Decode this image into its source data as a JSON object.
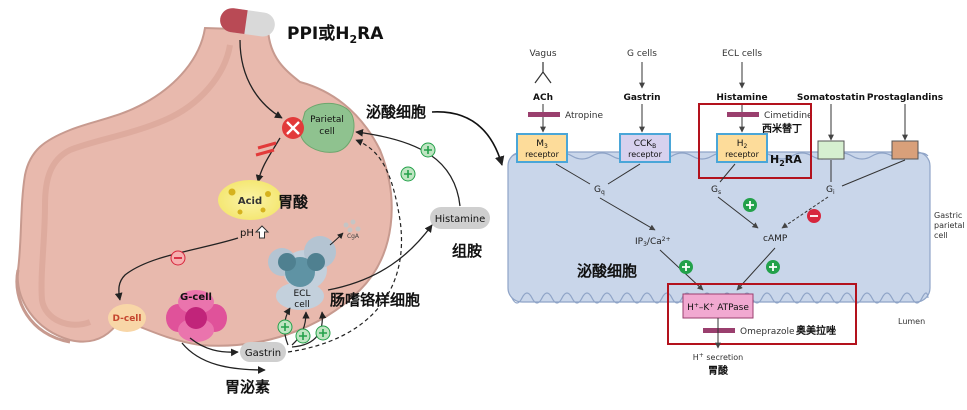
{
  "left": {
    "drug_title": "PPI或H2RA",
    "drug_title_main": "PPI或H",
    "drug_title_sub": "2",
    "drug_title_tail": "RA",
    "parietal_cell_line1": "Parietal",
    "parietal_cell_line2": "cell",
    "parietal_cn": "泌酸细胞",
    "acid_label": "Acid",
    "acid_cn": "胃酸",
    "ph_label": "pH",
    "histamine_label": "Histamine",
    "histamine_cn": "组胺",
    "cga_label": "CgA",
    "ecl_line1": "ECL",
    "ecl_line2": "cell",
    "ecl_cn": "肠嗜铬样细胞",
    "dcell_label": "D-cell",
    "gcell_label": "G-cell",
    "gastrin_label": "Gastrin",
    "gastrin_cn": "胃泌素"
  },
  "right": {
    "sources": {
      "vagus": "Vagus",
      "gcells": "G cells",
      "eclcells": "ECL cells",
      "ach": "ACh",
      "gastrin": "Gastrin",
      "histamine": "Histamine",
      "somatostatin": "Somatostatin",
      "prostaglandins": "Prostaglandins"
    },
    "inhibitors": {
      "atropine": "Atropine",
      "cimetidine": "Cimetidine",
      "cimetidine_cn": "西米替丁",
      "omeprazole": "Omeprazole",
      "omeprazole_cn": "奥美拉唑"
    },
    "receptors": {
      "m3_main": "M",
      "m3_sub": "3",
      "m3_line2": "receptor",
      "cck_main": "CCK",
      "cck_sub": "B",
      "cck_line2": "receptor",
      "h2_main": "H",
      "h2_sub": "2",
      "h2_line2": "receptor"
    },
    "h2ra_main": "H",
    "h2ra_sub": "2",
    "h2ra_tail": "RA",
    "signals": {
      "gq_main": "G",
      "gq_sub": "q",
      "gs_main": "G",
      "gs_sub": "s",
      "gi_main": "G",
      "gi_sub": "i",
      "ip3_a": "IP",
      "ip3_b": "3",
      "ip3_c": "/Ca",
      "ip3_d": "2+",
      "camp": "cAMP"
    },
    "pump_a": "H",
    "pump_b": "+",
    "pump_c": "–K",
    "pump_d": "+",
    "pump_e": " ATPase",
    "cell_cn": "泌酸细胞",
    "gastric_line1": "Gastric",
    "gastric_line2": "parietal",
    "gastric_line3": "cell",
    "lumen": "Lumen",
    "hsec_a": "H",
    "hsec_b": "+",
    "hsec_c": " secretion",
    "acid_cn": "胃酸"
  },
  "colors": {
    "stomach": "#e8b9ad",
    "stomach_outline": "#c79a8f",
    "cell_blue": "#c9d6ea",
    "receptor_yellow": "#fddc9a",
    "receptor_lilac": "#d7d1ee",
    "receptor_border": "#4aa6d8",
    "highlight_red": "#b3121d",
    "inhibitor_bar": "#9a3f6e",
    "plus_green": "#23a14a",
    "minus_red": "#d7263d",
    "parietal_green": "#8fc28f",
    "gcell_pink": "#e0529a",
    "ecl_teal": "#5f93a4"
  }
}
